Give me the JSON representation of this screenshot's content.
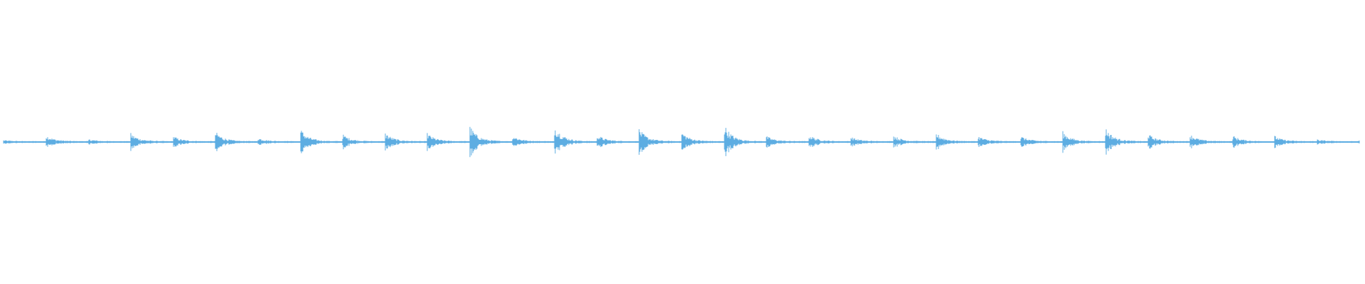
{
  "waveform": {
    "color": "#5dade2",
    "background": "#ffffff",
    "amplitude_profile": [
      0.06,
      0.35,
      0.12,
      0.45,
      0.3,
      0.55,
      0.2,
      0.72,
      0.4,
      0.5,
      0.45,
      0.9,
      0.35,
      0.95,
      0.4,
      0.7,
      0.55,
      1.0,
      0.3,
      0.4,
      0.25,
      0.35,
      0.5,
      0.3,
      0.3,
      0.55,
      0.8,
      0.45,
      0.4,
      0.35,
      0.3,
      0.1
    ]
  }
}
